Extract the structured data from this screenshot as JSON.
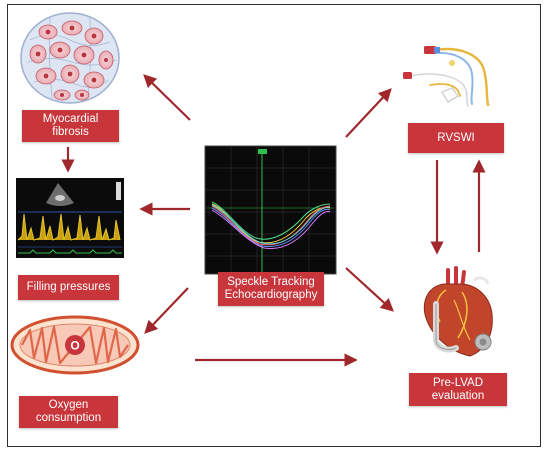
{
  "labels": {
    "myocardial_fibrosis": "Myocardial\nfibrosis",
    "filling_pressures": "Filling pressures",
    "oxygen_consumption": "Oxygen\nconsumption",
    "speckle_tracking": "Speckle Tracking\nEchocardiography",
    "rvswi": "RVSWI",
    "pre_lvad": "Pre-LVAD\nevaluation",
    "mitochondrion_letter": "O"
  },
  "colors": {
    "label_bg": "#c8363b",
    "arrow": "#a0282d",
    "frame": "#2e2e2e"
  },
  "icons": {
    "fibrosis": "myocardial-tissue-icon",
    "doppler": "doppler-echo-icon",
    "mitochondrion": "mitochondrion-icon",
    "strain": "strain-curve-icon",
    "catheter": "catheter-icon",
    "heart": "heart-lvad-icon"
  }
}
